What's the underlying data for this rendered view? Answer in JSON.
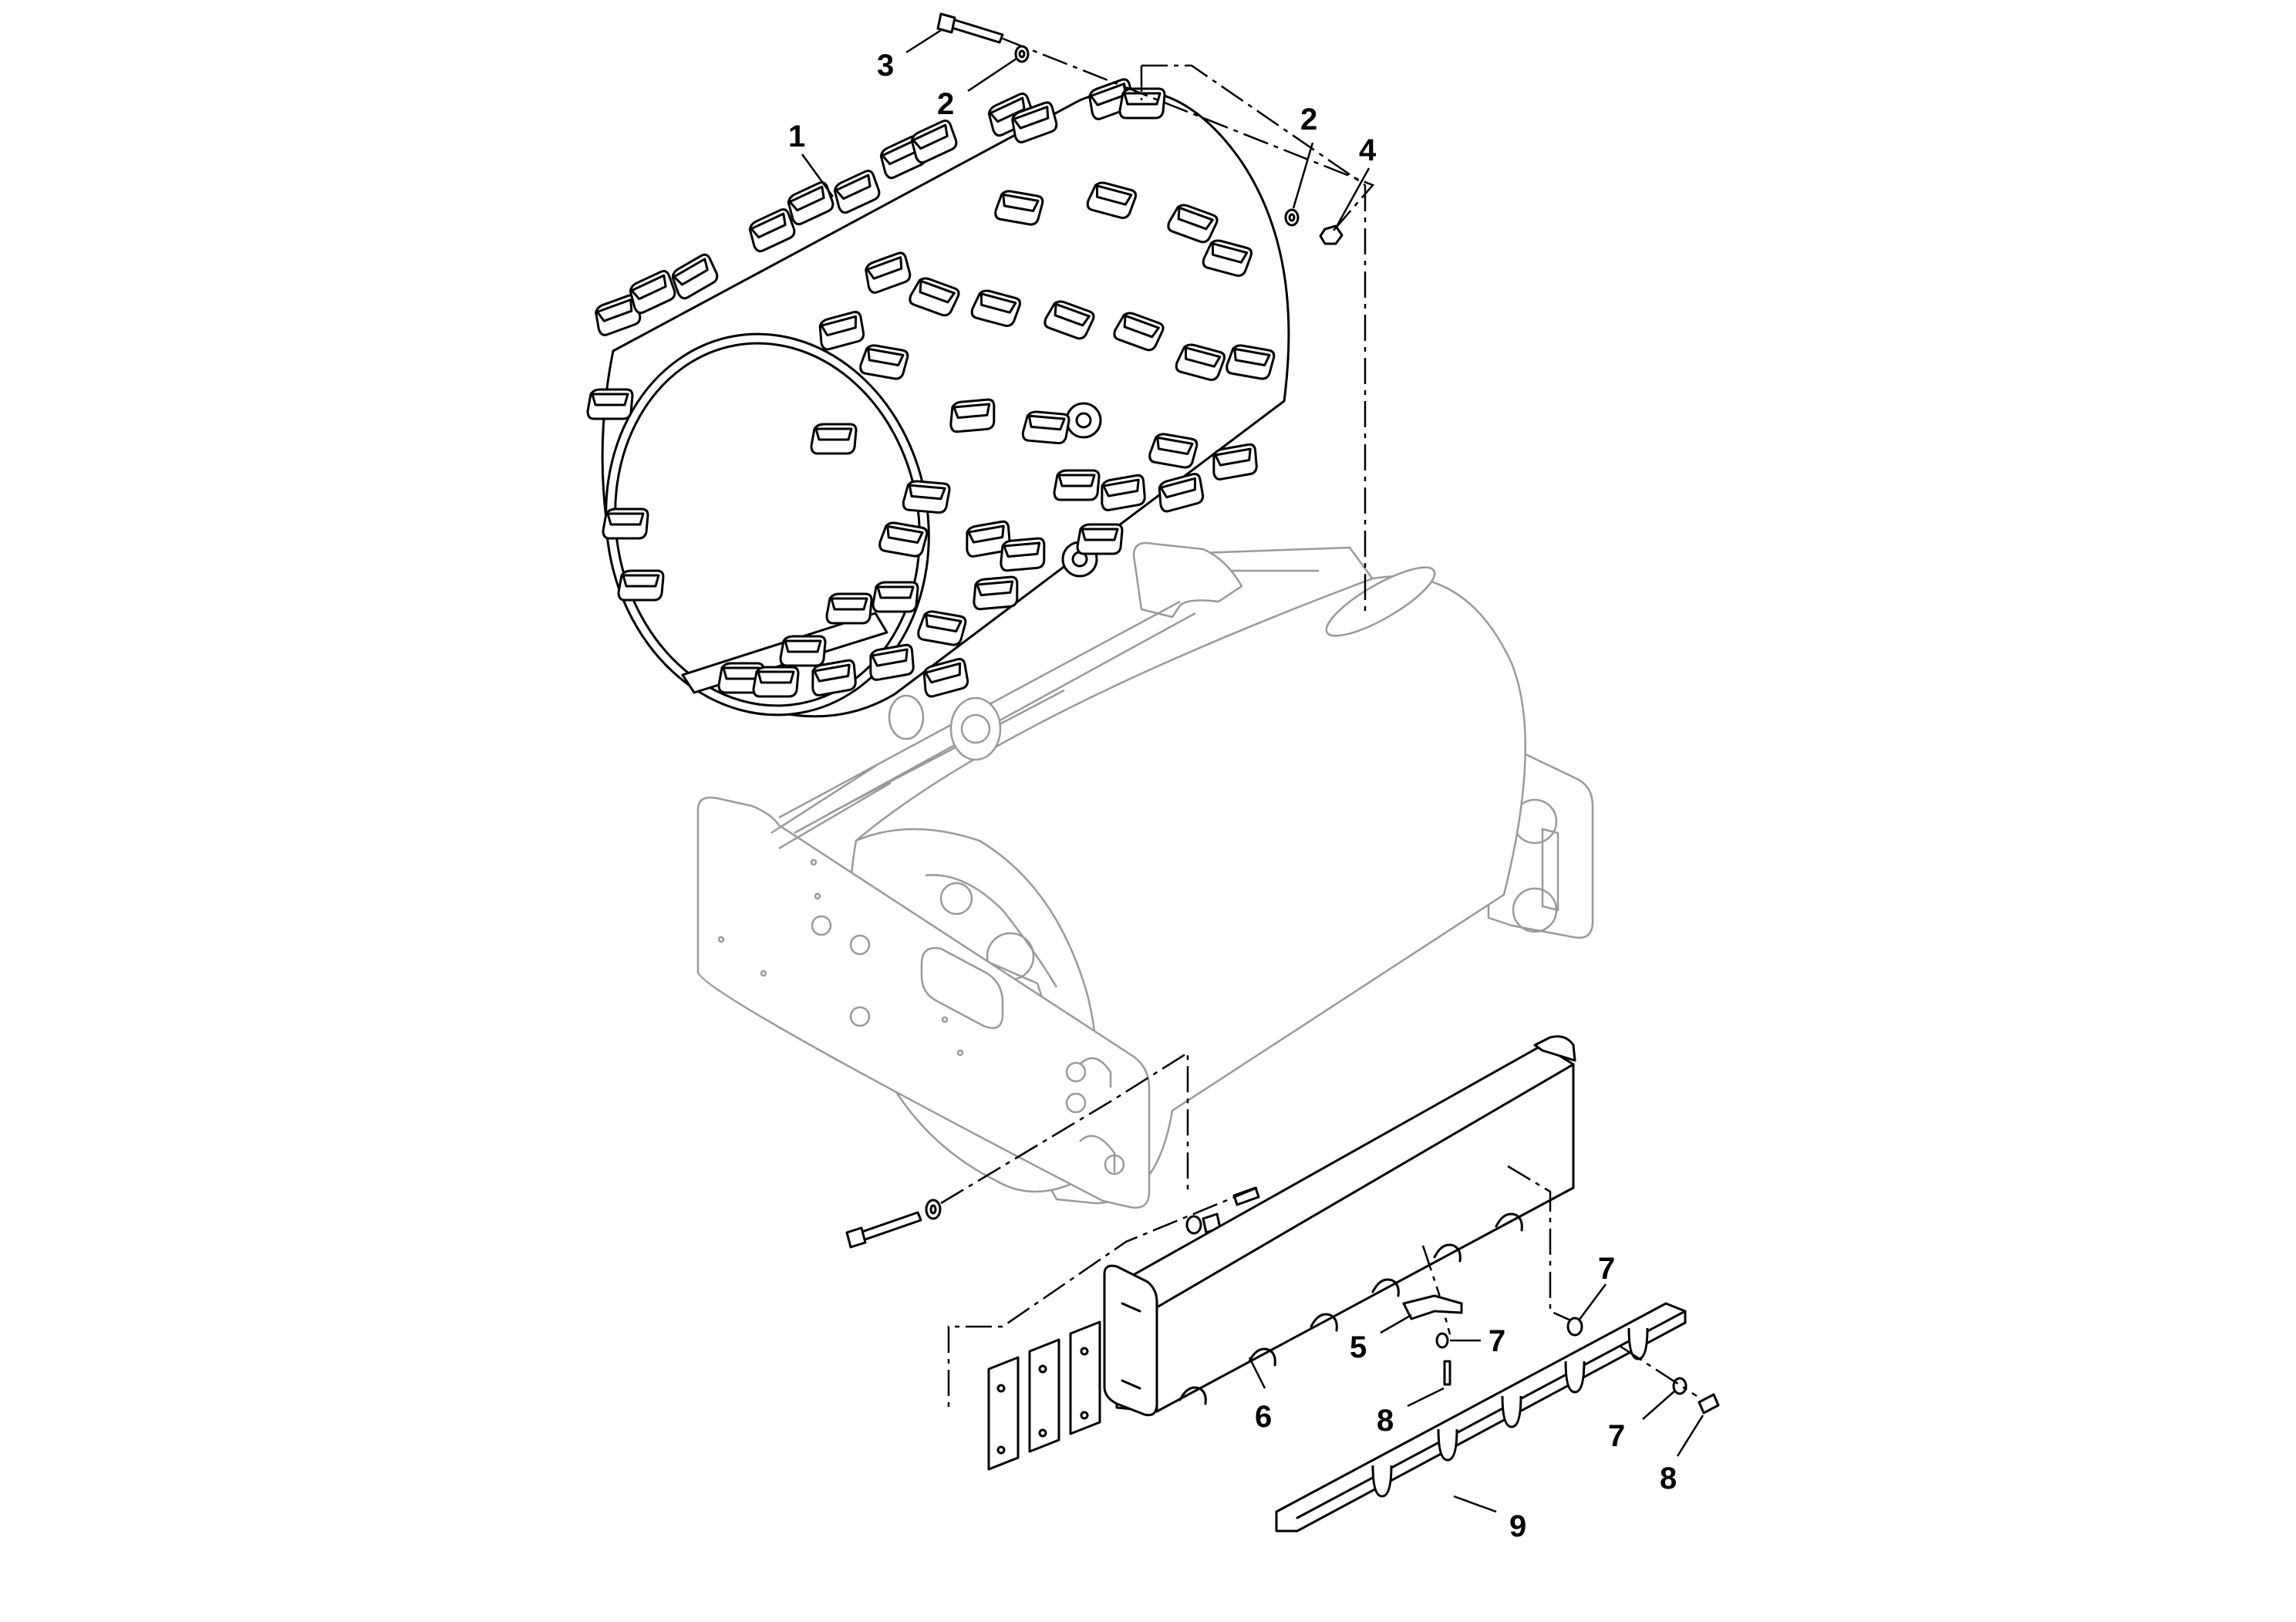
{
  "callouts": [
    {
      "id": "c1a",
      "label": "1"
    },
    {
      "id": "c2a",
      "label": "2"
    },
    {
      "id": "c2b",
      "label": "2"
    },
    {
      "id": "c3a",
      "label": "3"
    },
    {
      "id": "c4a",
      "label": "4"
    },
    {
      "id": "c5a",
      "label": "5"
    },
    {
      "id": "c6a",
      "label": "6"
    },
    {
      "id": "c7a",
      "label": "7"
    },
    {
      "id": "c7b",
      "label": "7"
    },
    {
      "id": "c7c",
      "label": "7"
    },
    {
      "id": "c8a",
      "label": "8"
    },
    {
      "id": "c8b",
      "label": "8"
    },
    {
      "id": "c9a",
      "label": "9"
    }
  ]
}
